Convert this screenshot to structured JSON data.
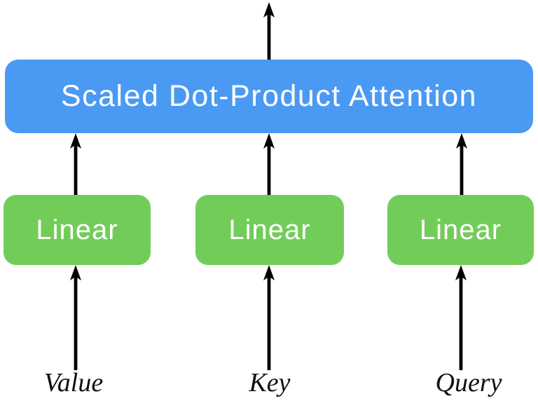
{
  "diagram": {
    "attention_block": {
      "label": "Scaled Dot-Product Attention"
    },
    "linear_blocks": [
      {
        "label": "Linear"
      },
      {
        "label": "Linear"
      },
      {
        "label": "Linear"
      }
    ],
    "inputs": [
      {
        "label": "Value"
      },
      {
        "label": "Key"
      },
      {
        "label": "Query"
      }
    ],
    "icons": [
      "arrow-up-output-icon",
      "arrow-up-value-to-attention-icon",
      "arrow-up-key-to-attention-icon",
      "arrow-up-query-to-attention-icon",
      "arrow-up-value-input-icon",
      "arrow-up-key-input-icon",
      "arrow-up-query-input-icon"
    ]
  },
  "colors": {
    "attention_blue": "#4A9AF3",
    "linear_green": "#72CD58",
    "arrow_black": "#000000",
    "label_black": "#111111",
    "background": "#FFFFFF"
  }
}
